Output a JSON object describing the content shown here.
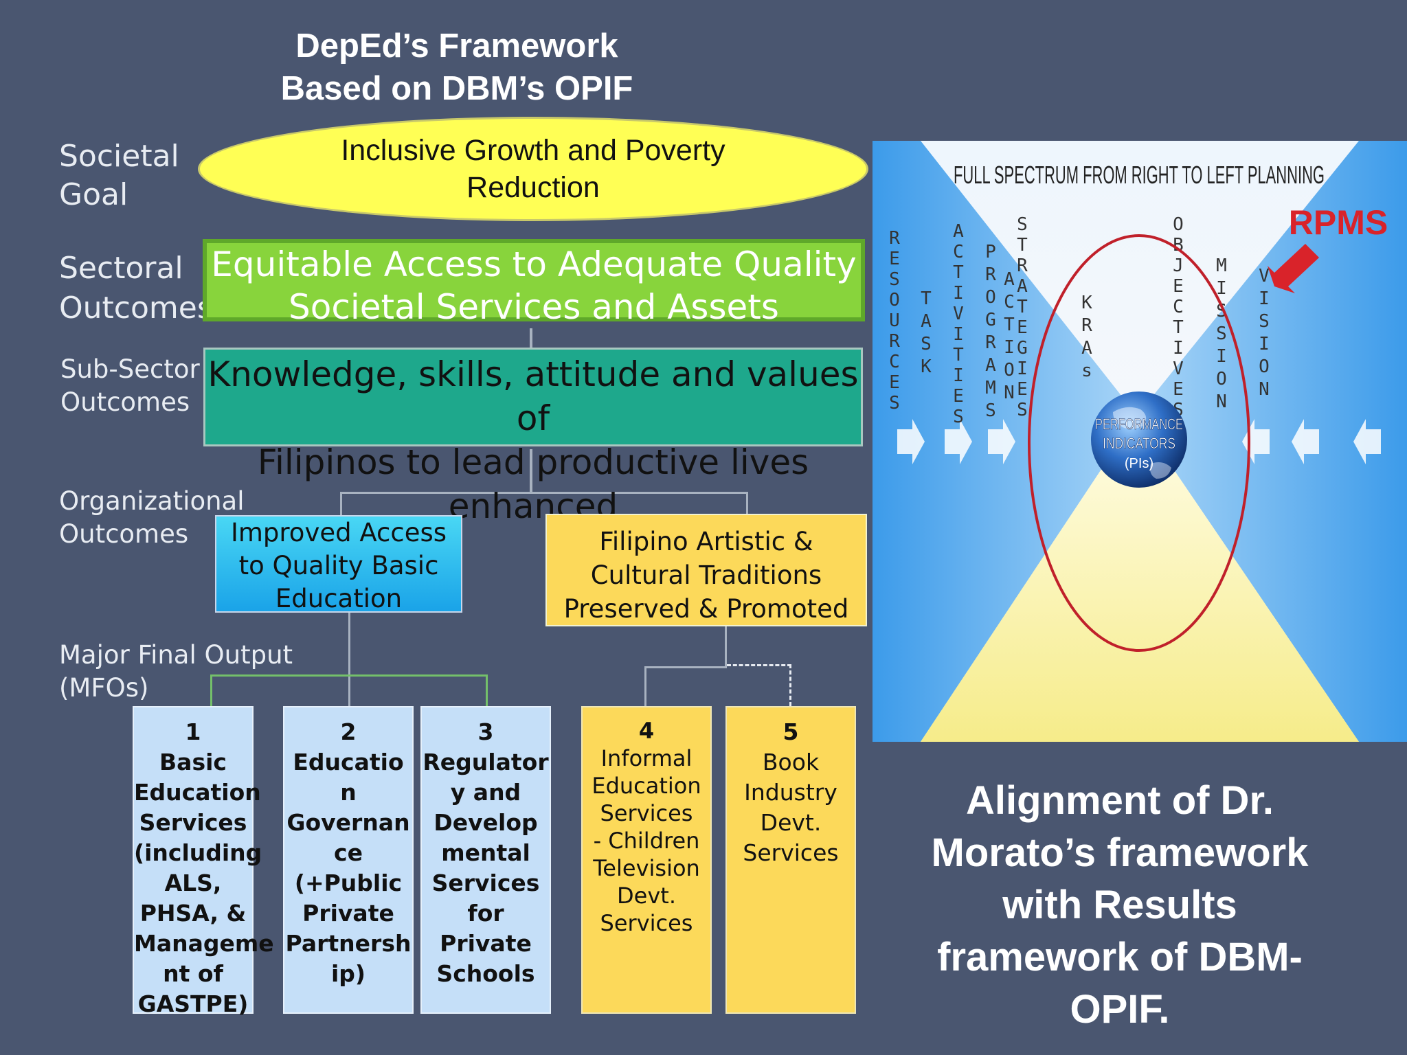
{
  "title": {
    "line1": "DepEd’s Framework",
    "line2": "Based on DBM’s OPIF"
  },
  "labels": {
    "societal": [
      "Societal",
      "Goal"
    ],
    "sectoral": [
      "Sectoral",
      "Outcomes"
    ],
    "subsector": [
      "Sub-Sector",
      "Outcomes"
    ],
    "organizational": [
      "Organizational",
      "Outcomes"
    ],
    "mfo": [
      "Major Final Output",
      "(MFOs)"
    ]
  },
  "societal_goal": "Inclusive Growth and Poverty Reduction",
  "sectoral_outcome": [
    "Equitable Access to Adequate Quality",
    "Societal Services and Assets"
  ],
  "subsector_outcome": [
    "Knowledge, skills, attitude and values of",
    "Filipinos to lead productive lives enhanced"
  ],
  "org_outcomes": {
    "left": [
      "Improved Access",
      "to Quality Basic",
      "Education"
    ],
    "right": [
      "Filipino Artistic &",
      "Cultural Traditions",
      "Preserved & Promoted"
    ]
  },
  "mfos": [
    {
      "num": "1",
      "lines": [
        "Basic",
        "Education",
        "Services",
        "(including",
        "ALS,",
        "PHSA, &",
        "Manageme",
        "nt of",
        "GASTPE)"
      ]
    },
    {
      "num": "2",
      "lines": [
        "Educatio",
        "n",
        "Governan",
        "ce",
        "(+Public",
        "Private",
        "Partnersh",
        "ip)"
      ]
    },
    {
      "num": "3",
      "lines": [
        "Regulator",
        "y and",
        "Develop",
        "mental",
        "Services",
        "for",
        "Private",
        "Schools"
      ]
    },
    {
      "num": "4",
      "lines": [
        "Informal",
        "Education",
        "Services",
        "- Children",
        "Television",
        "Devt.",
        "Services"
      ]
    },
    {
      "num": "5",
      "lines": [
        "Book",
        "Industry",
        "Devt.",
        "Services"
      ]
    }
  ],
  "spectrum": {
    "heading": "FULL SPECTRUM FROM RIGHT TO LEFT PLANNING",
    "rpms": "RPMS",
    "globe": [
      "PERFORMANCE",
      "INDICATORS",
      "(PIs)"
    ],
    "columns": [
      "RESOURCES",
      "TASK",
      "ACTIVITIES",
      "PROGRAMS",
      "ACTION",
      "STRATEGIES",
      "KRAs",
      "OBJECTIVES",
      "MISSION",
      "VISION"
    ]
  },
  "alignment_text": [
    "Alignment of Dr.",
    "Morato’s framework",
    "with Results",
    "framework of DBM-",
    "OPIF."
  ],
  "colors": {
    "background": "#4a5670",
    "ellipse": "#ffff55",
    "green": "#88d43c",
    "teal": "#1ea88c",
    "cyan": "#1aa3e8",
    "gold": "#fcd95a",
    "light_blue": "#c5dff8",
    "rpms_red": "#d9232a"
  }
}
